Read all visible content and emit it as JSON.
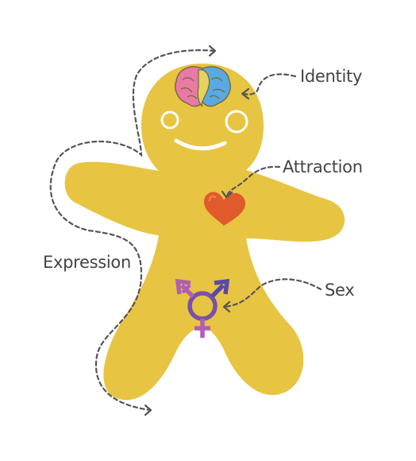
{
  "labels": {
    "identity": "Identity",
    "attraction": "Attraction",
    "sex": "Sex",
    "expression": "Expression"
  },
  "icons": {
    "figure": "gingerbread-person",
    "brain": "brain-icon",
    "heart": "heart-icon",
    "sex_symbol": "transgender-symbol"
  },
  "colors": {
    "body": "#e8c443",
    "face": "#ffffff",
    "heart": "#e05a2b",
    "heart_shine": "#f08050",
    "symbol_female": "#b25fb3",
    "symbol_male": "#5a4aa3",
    "symbol_center": "#7a50ad",
    "dash": "#555555",
    "label": "#444444"
  }
}
